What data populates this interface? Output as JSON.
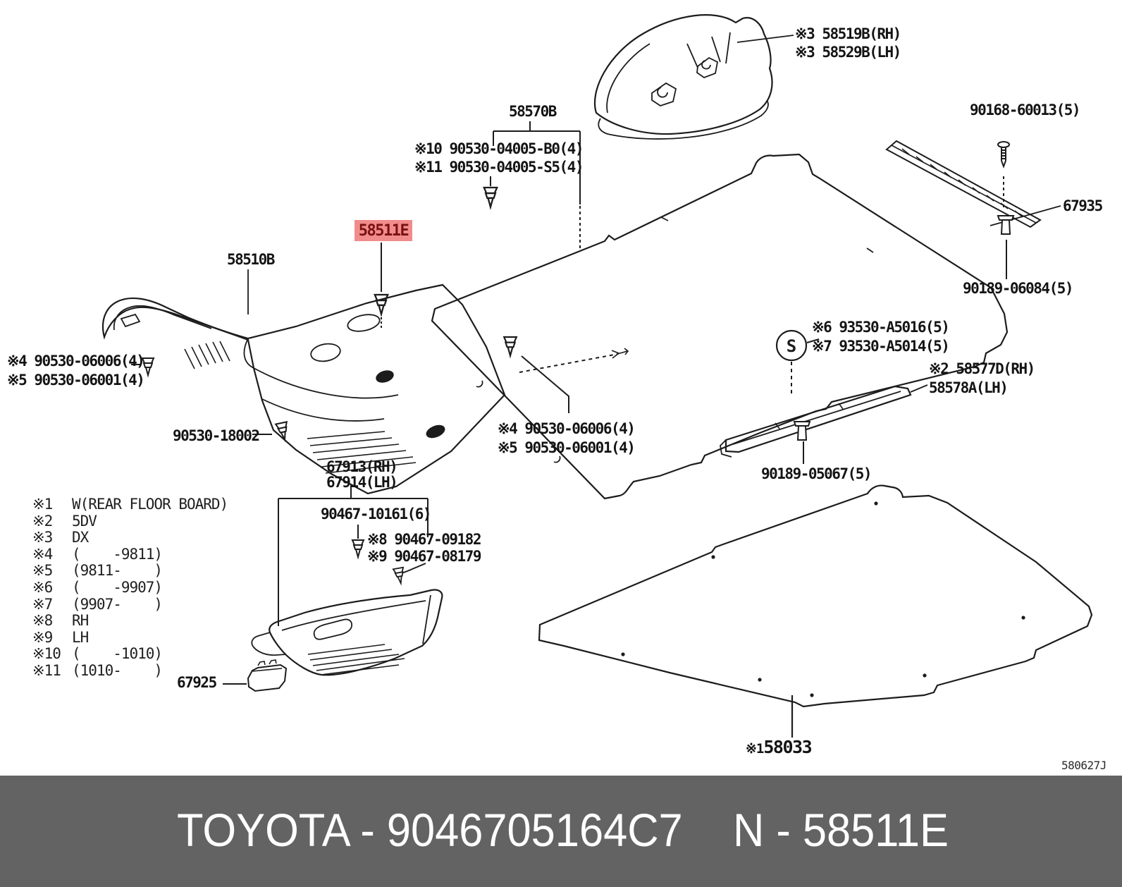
{
  "drawing": {
    "code": "580627J",
    "line_color": "#1c1c1c"
  },
  "highlight": {
    "label": "58511E",
    "bg": "#f18c8c",
    "fg": "#7a1010"
  },
  "symbols": {
    "s_marker": "S"
  },
  "labels": {
    "l58519b": "※3 58519B(RH)",
    "l58529b": "※3 58529B(LH)",
    "l90168": "90168-60013(5)",
    "l58570b": "58570B",
    "lx10": "※10 90530-04005-B0(4)",
    "lx11": "※11 90530-04005-S5(4)",
    "l67935": "67935",
    "l58510b": "58510B",
    "l06084": "90189-06084(5)",
    "lx4a": "※4 90530-06006(4)",
    "lx5a": "※5 90530-06001(4)",
    "lx6": "※6 93530-A5016(5)",
    "lx7": "※7 93530-A5014(5)",
    "l58577d": "※2 58577D(RH)",
    "l58578a": "58578A(LH)",
    "l18002": "90530-18002",
    "lx4b": "※4 90530-06006(4)",
    "lx5b": "※5 90530-06001(4)",
    "l05067": "90189-05067(5)",
    "l67913": "67913(RH)",
    "l67914": "67914(LH)",
    "l10161": "90467-10161(6)",
    "lx8": "※8 90467-09182",
    "lx9": "※9 90467-08179",
    "l67925": "67925",
    "l58033_ref": "※1",
    "l58033_num": "58033"
  },
  "legend": {
    "rows": [
      {
        "ref": "※1",
        "desc": "W(REAR FLOOR BOARD)"
      },
      {
        "ref": "※2",
        "desc": "5DV"
      },
      {
        "ref": "※3",
        "desc": "DX"
      },
      {
        "ref": "※4",
        "desc": "(    -9811)"
      },
      {
        "ref": "※5",
        "desc": "(9811-    )"
      },
      {
        "ref": "※6",
        "desc": "(    -9907)"
      },
      {
        "ref": "※7",
        "desc": "(9907-    )"
      },
      {
        "ref": "※8",
        "desc": "RH"
      },
      {
        "ref": "※9",
        "desc": "LH"
      },
      {
        "ref": "※10",
        "desc": "(    -1010)"
      },
      {
        "ref": "※11",
        "desc": "(1010-    )"
      }
    ]
  },
  "footer": {
    "brand_part": "TOYOTA - 9046705164C7",
    "figure_ref": "N - 58511E",
    "bg": "#636363"
  }
}
